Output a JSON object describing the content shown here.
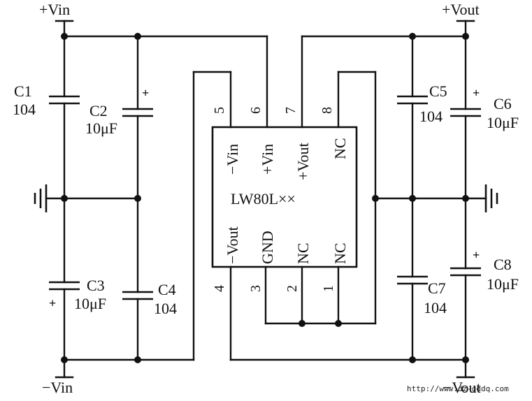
{
  "terminals": {
    "vin_pos": "+Vin",
    "vin_neg": "−Vin",
    "vout_pos": "+Vout",
    "vout_neg": "−Vout"
  },
  "chip": {
    "name": "LW80L××",
    "pins": [
      {
        "number": "1",
        "label": "NC"
      },
      {
        "number": "2",
        "label": "NC"
      },
      {
        "number": "3",
        "label": "GND"
      },
      {
        "number": "4",
        "label": "−Vout"
      },
      {
        "number": "5",
        "label": "−Vin"
      },
      {
        "number": "6",
        "label": "+Vin"
      },
      {
        "number": "7",
        "label": "+Vout"
      },
      {
        "number": "8",
        "label": "NC"
      }
    ]
  },
  "capacitors": [
    {
      "ref": "C1",
      "value": "104"
    },
    {
      "ref": "C2",
      "value": "10μF",
      "polarity": "+"
    },
    {
      "ref": "C3",
      "value": "10μF",
      "polarity": "+"
    },
    {
      "ref": "C4",
      "value": "104"
    },
    {
      "ref": "C5",
      "value": "104"
    },
    {
      "ref": "C6",
      "value": "10μF",
      "polarity": "+"
    },
    {
      "ref": "C7",
      "value": "104"
    },
    {
      "ref": "C8",
      "value": "10μF",
      "polarity": "+"
    }
  ],
  "watermark": "http://www.dz-gddq.com"
}
